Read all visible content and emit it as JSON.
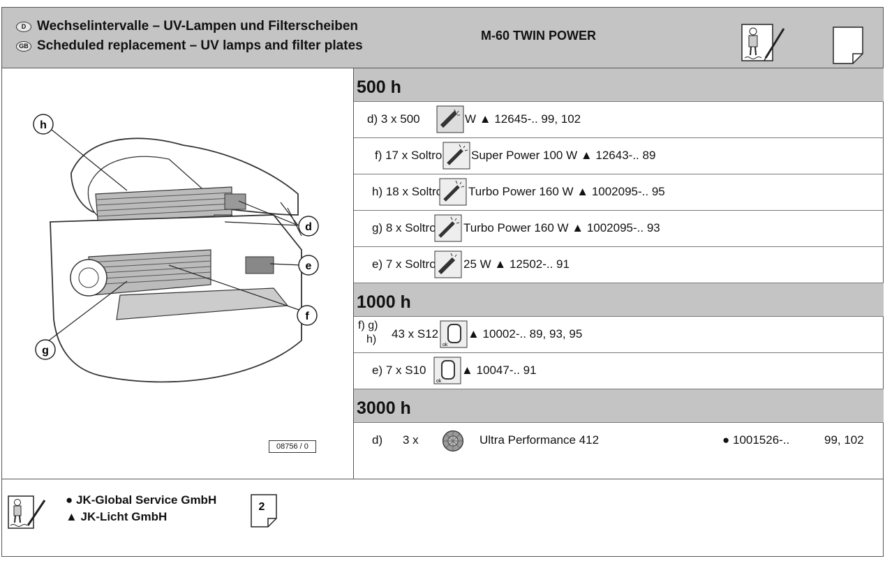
{
  "header": {
    "lang_de": "D",
    "lang_gb": "GB",
    "title_de": "Wechselintervalle – UV-Lampen und Filterscheiben",
    "title_gb": "Scheduled replacement – UV lamps and filter plates",
    "model": "M-60 TWIN POWER"
  },
  "illustration": {
    "callouts": [
      "h",
      "d",
      "e",
      "g",
      "f"
    ],
    "ref": "08756 / 0"
  },
  "sections": [
    {
      "title": "500 h",
      "rows": [
        {
          "pre": "d) 3 x 500",
          "post": "W ▲ 12645-.. 99, 102"
        },
        {
          "pre": "f) 17 x Soltron",
          "post": "Super Power  100 W ▲ 12643-.. 89"
        },
        {
          "pre": "h) 18 x Soltron",
          "post": "Turbo Power  160 W ▲ 1002095-.. 95"
        },
        {
          "pre": "g) 8 x Soltron",
          "post": "Turbo Power  160 W ▲ 1002095-.. 93"
        },
        {
          "pre": "e) 7 x Soltron",
          "post": "25 W ▲ 12502-.. 91"
        }
      ]
    },
    {
      "title": "1000 h",
      "rows": [
        {
          "label_top": "f) g)",
          "label_bottom": "h)",
          "pre": "43 x S12",
          "post": "▲ 10002-.. 89, 93, 95"
        },
        {
          "pre": "e) 7 x S10",
          "post": "▲ 10047-.. 91"
        }
      ]
    },
    {
      "title": "3000 h",
      "rows": [
        {
          "label": "d)",
          "qty": "3 x",
          "name": "Ultra Performance 412",
          "part": "● 1001526-..",
          "pages": "99, 102"
        }
      ]
    }
  ],
  "footer": {
    "supplier_1": "● JK-Global Service GmbH",
    "supplier_2": "▲ JK-Licht GmbH",
    "page_number": "2"
  }
}
